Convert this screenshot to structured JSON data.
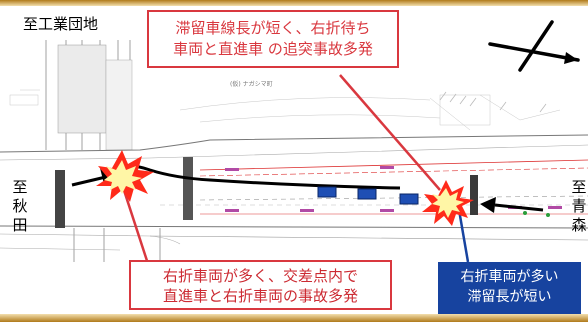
{
  "labels": {
    "industrial_park": "至工業団地",
    "west_to": [
      "至",
      "秋",
      "田"
    ],
    "east_to": [
      "至",
      "青",
      "森"
    ],
    "plan_title": "(仮) ナガシマ町"
  },
  "callouts": {
    "top": [
      "滞留車線長が短く、右折待ち",
      "車両と直進車 の追突事故多発"
    ],
    "bottom": [
      "右折車両が多く、交差点内で",
      "直進車と右折車両の事故多発"
    ],
    "right": [
      "右折車両が多い",
      "滞留長が短い"
    ]
  },
  "colors": {
    "red_callout": "#d9383f",
    "blue_callout": "#17439f",
    "vehicle": "#1f4fb4",
    "collision": "#ff2a1a",
    "frame": "#c8922b"
  },
  "icons": [
    "north-arrow-icon",
    "collision-burst-icon",
    "arrow-icon",
    "vehicle-icon"
  ]
}
